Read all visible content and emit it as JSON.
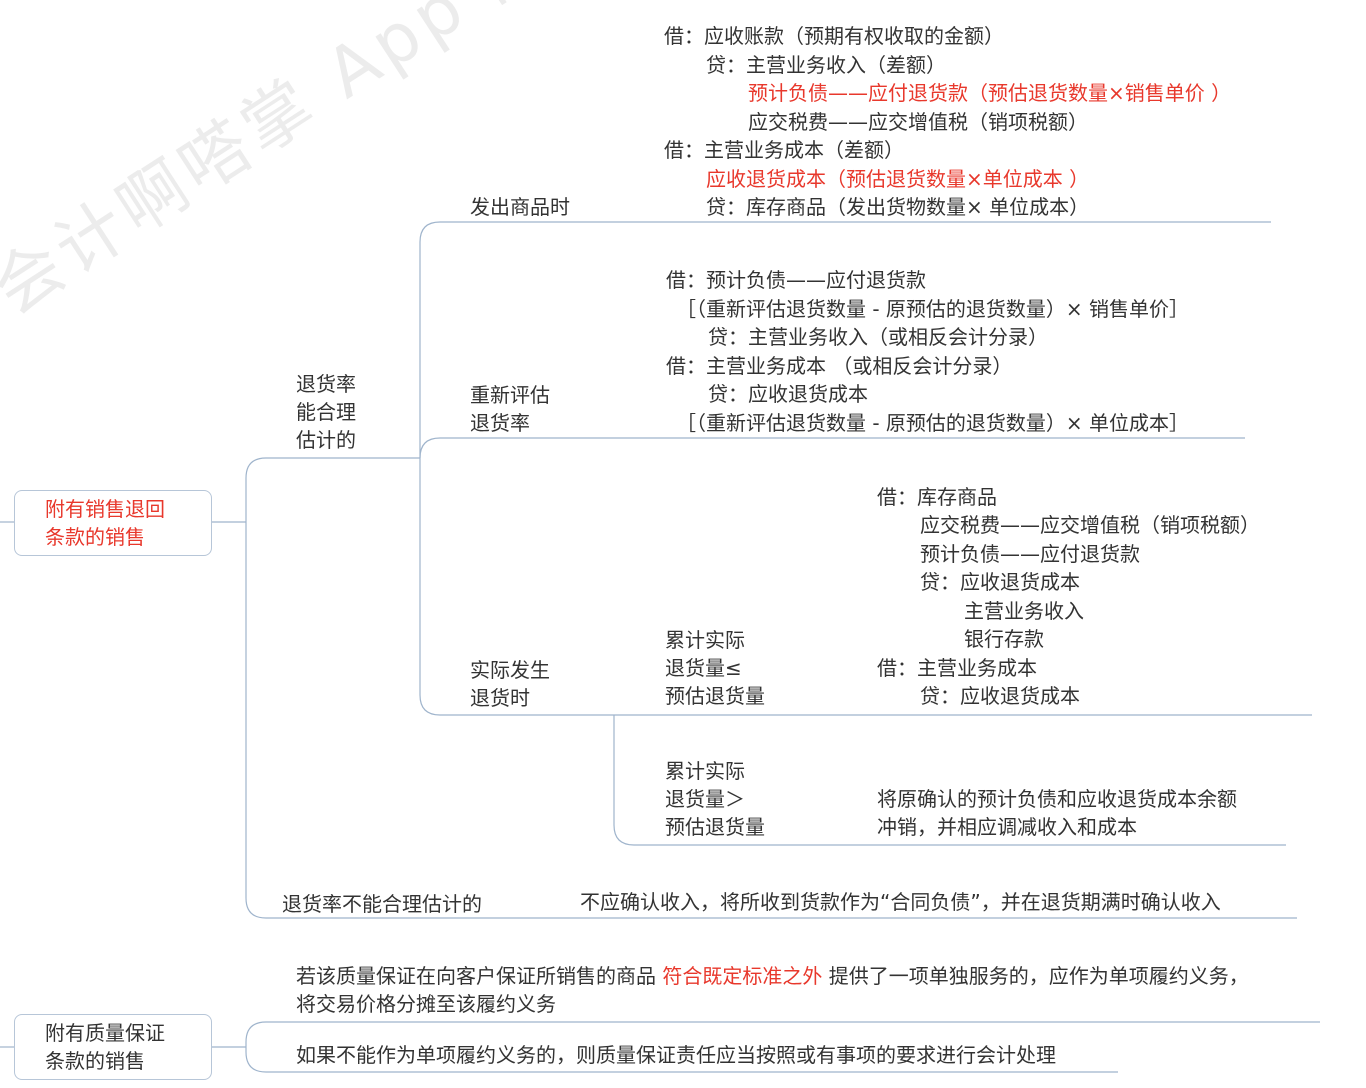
{
  "watermark": "会计啊嗒掌 App丨会计免费视频",
  "roots": {
    "sale_return": "附有销售退回\n条款的销售",
    "quality": "附有质量保证\n条款的销售"
  },
  "branches": {
    "estimable": "退货率\n能合理\n估计的",
    "ship": "发出商品时",
    "reassess": "重新评估\n退货率",
    "actual": "实际发生\n退货时",
    "le": "累计实际\n退货量≤\n预估退货量",
    "gt": "累计实际\n退货量＞\n预估退货量",
    "not_estimable": "退货率不能合理估计的"
  },
  "ship_entries": [
    {
      "id": "l1",
      "parts": [
        {
          "t": "借：应收账款（预期有权收取的金额）"
        }
      ]
    },
    {
      "id": "l2",
      "parts": [
        {
          "t": "贷：主营业务收入（差额）"
        }
      ]
    },
    {
      "id": "l3",
      "parts": [
        {
          "t": "预计负债——应付退货款（预估退货数量×销售单价 ）",
          "red": true
        }
      ]
    },
    {
      "id": "l4",
      "parts": [
        {
          "t": "应交税费——应交增值税（销项税额）"
        }
      ]
    },
    {
      "id": "l5",
      "parts": [
        {
          "t": "借：主营业务成本（差额）"
        }
      ]
    },
    {
      "id": "l6",
      "parts": [
        {
          "t": "应收退货成本（预估退货数量×单位成本 ）",
          "red": true
        }
      ]
    },
    {
      "id": "l7",
      "parts": [
        {
          "t": "贷：库存商品（发出货物数量× 单位成本）"
        }
      ]
    }
  ],
  "reassess_entries": [
    "借：预计负债——应付退货款",
    "［（重新评估退货数量 - 原预估的退货数量）× 销售单价］",
    "贷：主营业务收入（或相反会计分录）",
    "借：主营业务成本 （或相反会计分录）",
    "贷：应收退货成本",
    "［（重新评估退货数量 - 原预估的退货数量）× 单位成本］"
  ],
  "le_entries": [
    "借：库存商品",
    "应交税费——应交增值税（销项税额）",
    "预计负债——应付退货款",
    "贷：应收退货成本",
    "主营业务收入",
    "银行存款",
    "借：主营业务成本",
    "贷：应收退货成本"
  ],
  "gt_text": "将原确认的预计负债和应收退货成本余额\n冲销，并相应调减收入和成本",
  "not_estimable_text": "不应确认收入，将所收到货款作为“合同负债”，并在退货期满时确认收入",
  "quality_items": {
    "first_a": "若该质量保证在向客户保证所销售的商品 ",
    "first_red": "符合既定标准之外",
    "first_b": " 提供了一项单独服务的，应作为单项履约义务，",
    "first_line2": "将交易价格分摊至该履约义务",
    "second": "如果不能作为单项履约义务的，则质量保证责任应当按照或有事项的要求进行会计处理"
  },
  "colors": {
    "line": "#9fb4cc",
    "red": "#e8382c",
    "text": "#333333"
  }
}
